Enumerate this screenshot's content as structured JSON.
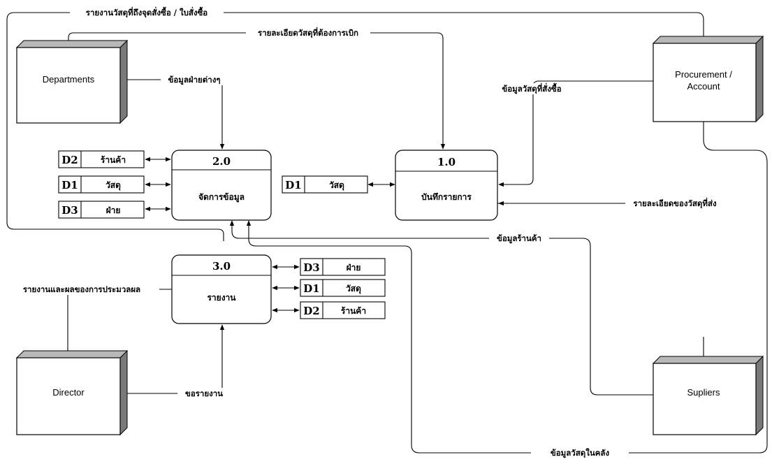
{
  "entities": {
    "departments": "Departments",
    "procurement_line1": "Procurement /",
    "procurement_line2": "Account",
    "director": "Director",
    "suppliers": "Supliers"
  },
  "processes": {
    "p1": {
      "id": "1.0",
      "name": "บันทึกรายการ"
    },
    "p2": {
      "id": "2.0",
      "name": "จัดการข้อมูล"
    },
    "p3": {
      "id": "3.0",
      "name": "รายงาน"
    }
  },
  "datastores": {
    "d1": {
      "id": "D1",
      "name": "วัสดุ"
    },
    "d2": {
      "id": "D2",
      "name": "ร้านค้า"
    },
    "d3": {
      "id": "D3",
      "name": "ฝ่าย"
    }
  },
  "flows": {
    "report_orders": "รายงานวัสดุที่ถึงจุดสั่งซื้อ / ใบสั่งซื้อ",
    "requisition_detail": "รายละเอียดวัสดุที่ต้องการเบิก",
    "department_data": "ข้อมูลฝ่ายต่างๆ",
    "ordered_material_data": "ข้อมูลวัสดุที่สั่งซื้อ",
    "delivered_material_detail": "รายละเอียดของวัสดุที่ส่ง",
    "store_data": "ข้อมูลร้านค้า",
    "report_results": "รายงานและผลของการประมวลผล",
    "request_report": "ขอรายงาน",
    "stock_data": "ข้อมูลวัสดุในคลัง"
  }
}
